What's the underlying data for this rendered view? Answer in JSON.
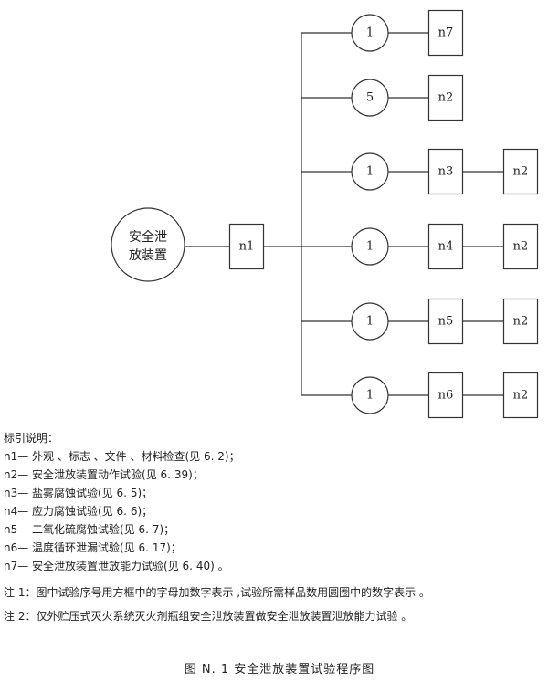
{
  "diagram": {
    "device": {
      "line1": "安全泄",
      "line2": "放装置"
    },
    "root_box": "n1",
    "branches": [
      {
        "count": "1",
        "boxes": [
          "n7"
        ]
      },
      {
        "count": "5",
        "boxes": [
          "n2"
        ]
      },
      {
        "count": "1",
        "boxes": [
          "n3",
          "n2"
        ]
      },
      {
        "count": "1",
        "boxes": [
          "n4",
          "n2"
        ]
      },
      {
        "count": "1",
        "boxes": [
          "n5",
          "n2"
        ]
      },
      {
        "count": "1",
        "boxes": [
          "n6",
          "n2"
        ]
      }
    ]
  },
  "legend": {
    "heading": "标引说明：",
    "items": [
      "n1— 外观 、标志 、文件 、材料检查(见 6. 2)；",
      "n2— 安全泄放装置动作试验(见 6. 39)；",
      "n3— 盐雾腐蚀试验(见 6. 5)；",
      "n4— 应力腐蚀试验(见 6. 6)；",
      "n5— 二氧化硫腐蚀试验(见 6. 7)；",
      "n6— 温度循环泄漏试验(见 6. 17)；",
      "n7— 安全泄放装置泄放能力试验(见 6. 40) 。"
    ]
  },
  "notes": [
    "注  1：图中试验序号用方框中的字母加数字表示 ,试验所需样品数用圆圈中的数字表示 。",
    "注  2：仅外贮压式灭火系统灭火剂瓶组安全泄放装置做安全泄放装置泄放能力试验 。"
  ],
  "caption": "图  N. 1    安全泄放装置试验程序图"
}
